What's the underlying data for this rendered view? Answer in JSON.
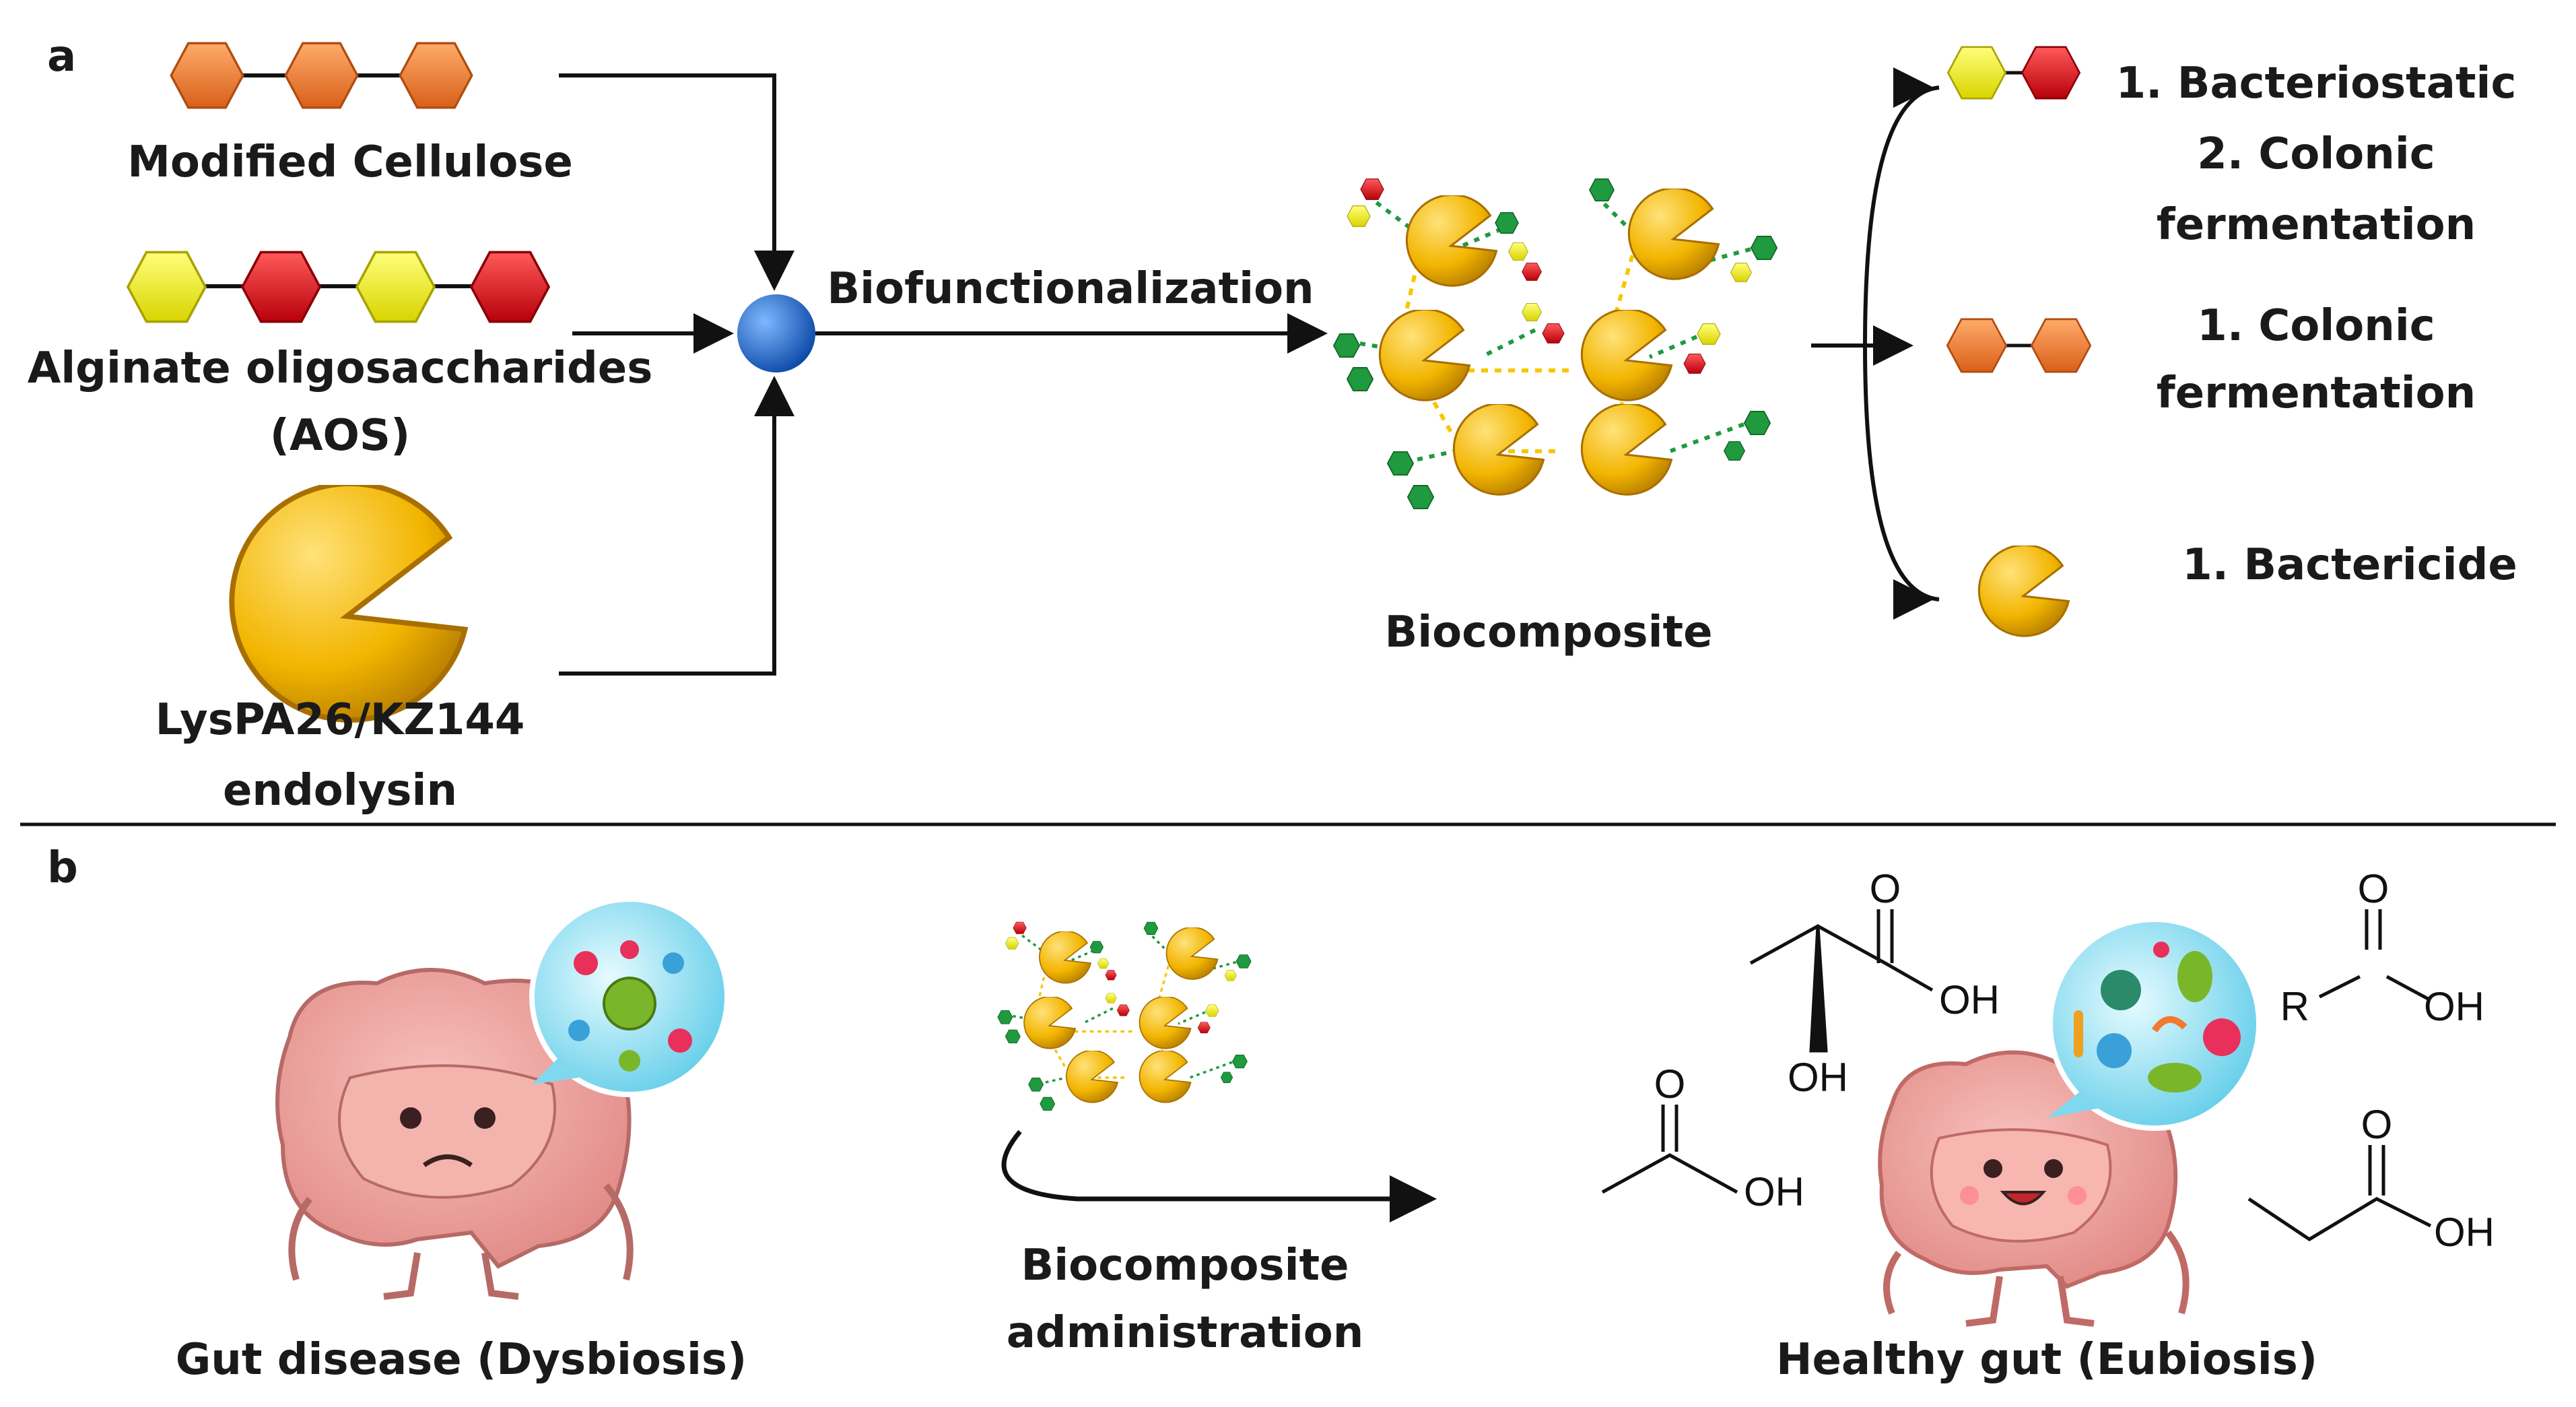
{
  "panels": {
    "a": {
      "letter": "a",
      "inputs": {
        "cellulose": "Modified Cellulose",
        "aos_line1": "Alginate oligosaccharides",
        "aos_line2": "(AOS)",
        "endolysin_line1": "LysPA26/KZ144",
        "endolysin_line2": "endolysin"
      },
      "process_label": "Biofunctionalization",
      "product_label": "Biocomposite",
      "outputs": {
        "aos": [
          "1. Bacteriostatic",
          "2. Colonic",
          "fermentation"
        ],
        "cellulose": [
          "1. Colonic",
          "fermentation"
        ],
        "endolysin": [
          "1. Bactericide"
        ]
      }
    },
    "b": {
      "letter": "b",
      "left_label": "Gut disease (Dysbiosis)",
      "middle_label_line1": "Biocomposite",
      "middle_label_line2": "administration",
      "right_label": "Healthy gut (Eubiosis)",
      "chem": {
        "O": "O",
        "OH": "OH",
        "R": "R"
      }
    }
  },
  "colors": {
    "orange_hexagon": "#f07a2e",
    "yellow_hexagon": "#f4ee12",
    "red_hexagon": "#e3101c",
    "endolysin_gold": "#f2b500",
    "node_blue": "#1f6fc9",
    "green_node": "#1f9a3e",
    "gut_pink": "#f0a2a0",
    "bubble_cyan": "#7fd8ee",
    "line_black": "#111111"
  }
}
